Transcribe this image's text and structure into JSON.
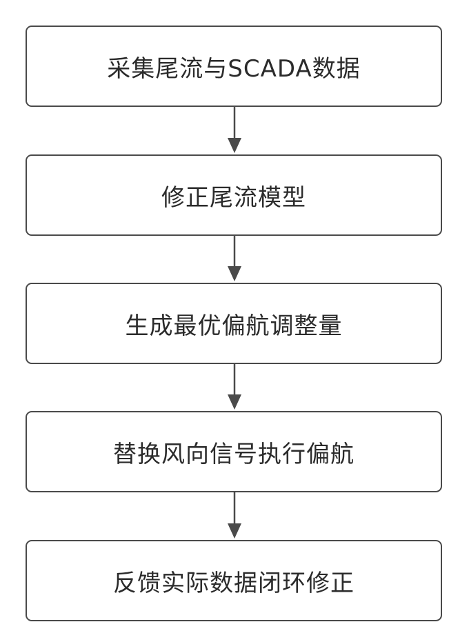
{
  "flowchart": {
    "steps": [
      {
        "label": "采集尾流与SCADA数据"
      },
      {
        "label": "修正尾流模型"
      },
      {
        "label": "生成最优偏航调整量"
      },
      {
        "label": "替换风向信号执行偏航"
      },
      {
        "label": "反馈实际数据闭环修正"
      }
    ]
  },
  "colors": {
    "border": "#4a4a4a",
    "text": "#2b2b2b",
    "arrow": "#4a4a4a"
  }
}
